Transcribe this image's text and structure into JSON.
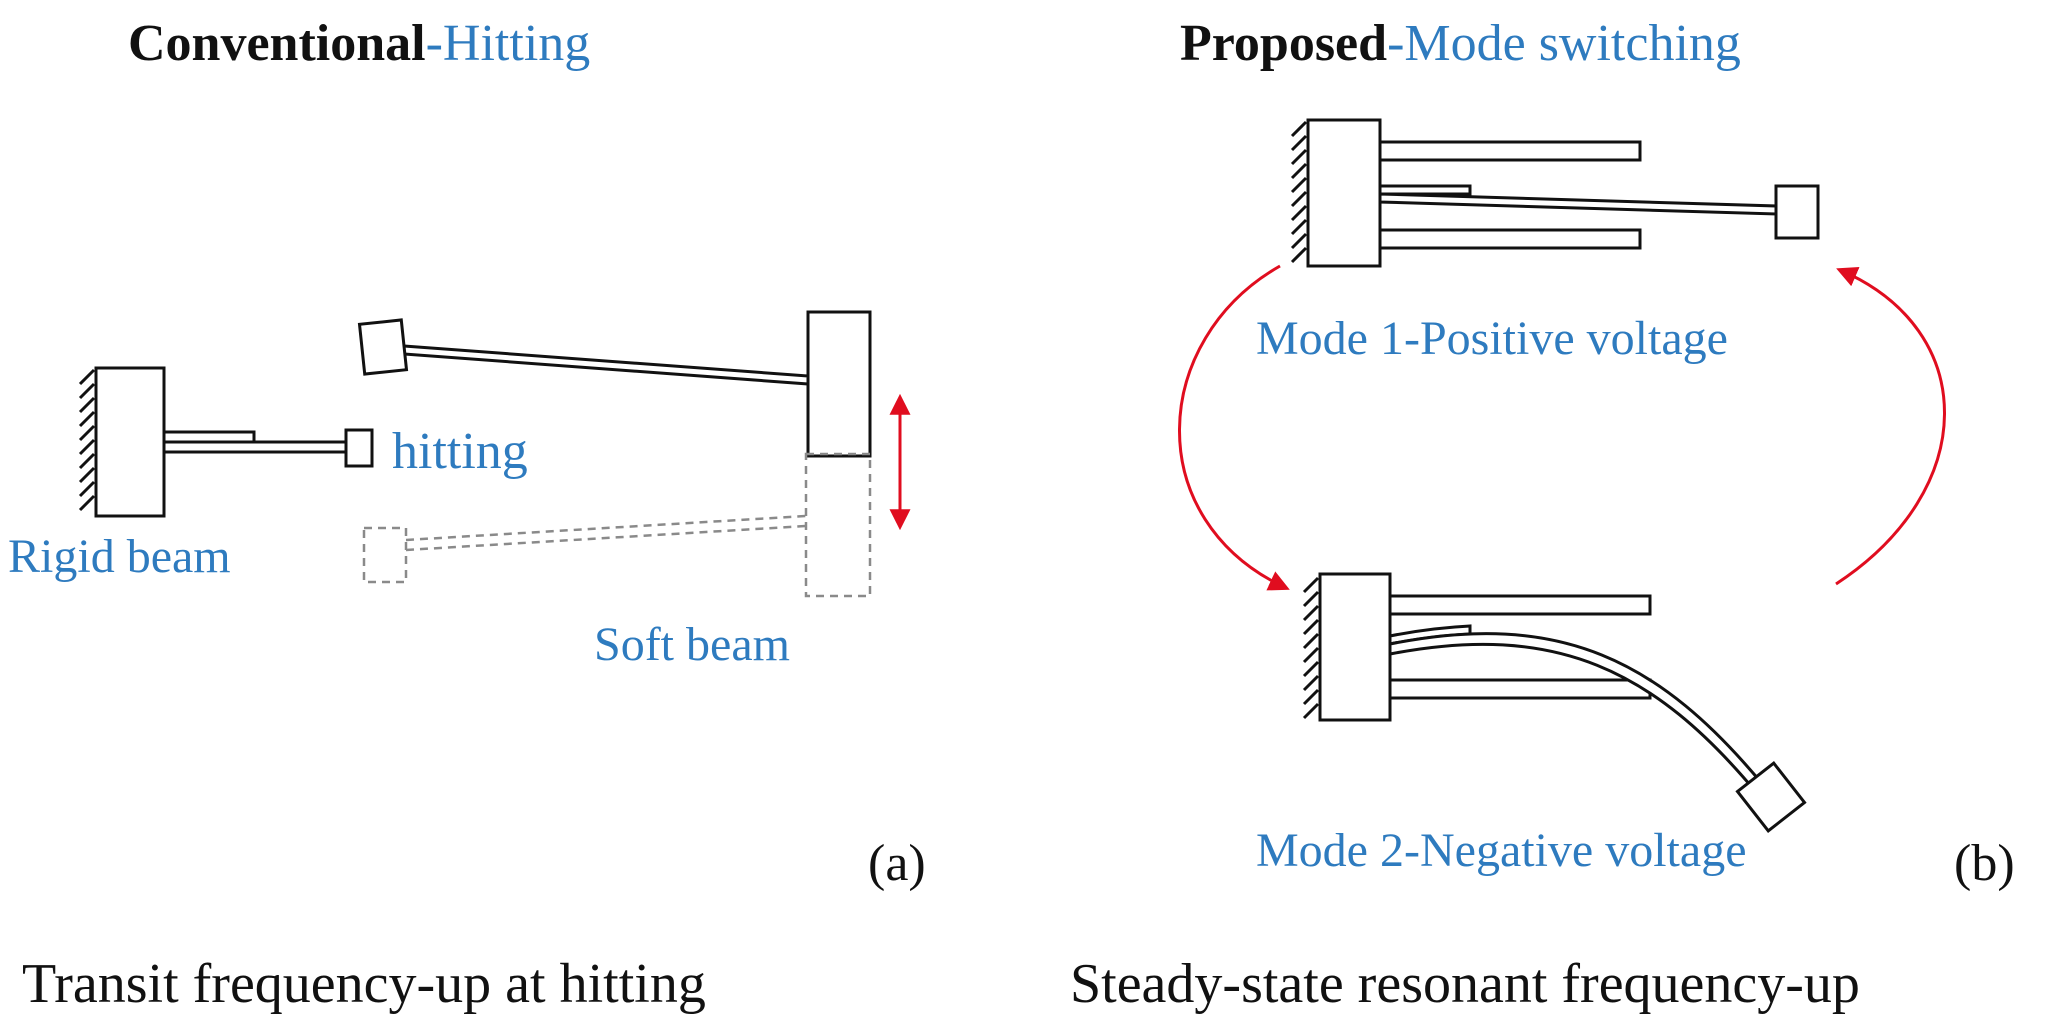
{
  "panel_a": {
    "title_bold": "Conventional",
    "title_rest": "-Hitting",
    "label_hitting": "hitting",
    "label_rigid": "Rigid beam",
    "label_soft": "Soft beam",
    "tag": "(a)",
    "caption": "Transit frequency-up at hitting"
  },
  "panel_b": {
    "title_bold": "Proposed",
    "title_rest": "-Mode switching",
    "label_mode1": "Mode 1-Positive voltage",
    "label_mode2": "Mode 2-Negative voltage",
    "tag": "(b)",
    "caption": "Steady-state resonant frequency-up"
  },
  "colors": {
    "text": "#111111",
    "accent_blue": "#2e7bbf",
    "arrow_red": "#e00d1f",
    "ghost_gray": "#8a8a8a"
  }
}
